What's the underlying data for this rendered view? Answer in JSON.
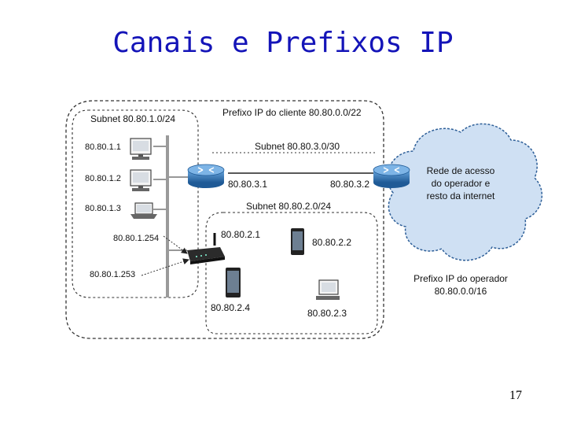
{
  "title": "Canais e Prefixos IP",
  "page_number": "17",
  "labels": {
    "client_prefix": "Prefixo IP do cliente 80.80.0.0/22",
    "subnet1": "Subnet 80.80.1.0/24",
    "subnet3": "Subnet 80.80.3.0/30",
    "subnet2": "Subnet 80.80.2.0/24",
    "host_1_1": "80.80.1.1",
    "host_1_2": "80.80.1.2",
    "host_1_3": "80.80.1.3",
    "host_1_254": "80.80.1.254",
    "host_1_253": "80.80.1.253",
    "host_3_1": "80.80.3.1",
    "host_3_2": "80.80.3.2",
    "host_2_1": "80.80.2.1",
    "host_2_2": "80.80.2.2",
    "host_2_3": "80.80.2.3",
    "host_2_4": "80.80.2.4",
    "cloud_line1": "Rede de acesso",
    "cloud_line2": "do operador e",
    "cloud_line3": "resto da internet",
    "operator_line1": "Prefixo IP do operador",
    "operator_line2": "80.80.0.0/16"
  },
  "icons": {
    "router": "router-icon",
    "desktop": "desktop-computer-icon",
    "laptop": "laptop-icon",
    "wireless_router": "wireless-access-point-icon",
    "phone": "smartphone-icon",
    "cloud": "cloud-icon"
  },
  "colors": {
    "title": "#1414b8",
    "cloud_fill": "#cfe0f3",
    "router": "#3a7fc0"
  }
}
